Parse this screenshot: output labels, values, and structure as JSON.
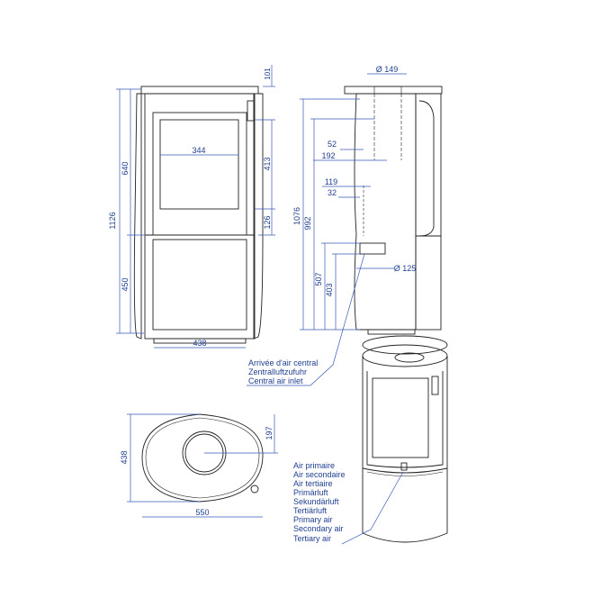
{
  "front_view": {
    "overall_height": "1126",
    "lower_height": "450",
    "upper_height": "640",
    "window_width": "344",
    "base_width": "438",
    "top_dim": "101",
    "window_height": "413",
    "mid_offset": "126"
  },
  "side_view": {
    "flue_diameter": "Ø 149",
    "dim_52": "52",
    "dim_192": "192",
    "dim_119": "119",
    "dim_32": "32",
    "dim_1076": "1076",
    "dim_992": "992",
    "dim_507": "507",
    "dim_403": "403",
    "inlet_diameter": "Ø 125"
  },
  "top_view": {
    "width": "550",
    "depth": "438",
    "offset": "197"
  },
  "central_air_labels": [
    "Arrivée d'air central",
    "Zentralluftzufuhr",
    "Central air inlet"
  ],
  "air_labels": [
    "Air primaire",
    "Air secondaire",
    "Air tertiaire",
    "Primärluft",
    "Sekundärluft",
    "Tertiärluft",
    "Primary air",
    "Secondary air",
    "Tertiary air"
  ]
}
